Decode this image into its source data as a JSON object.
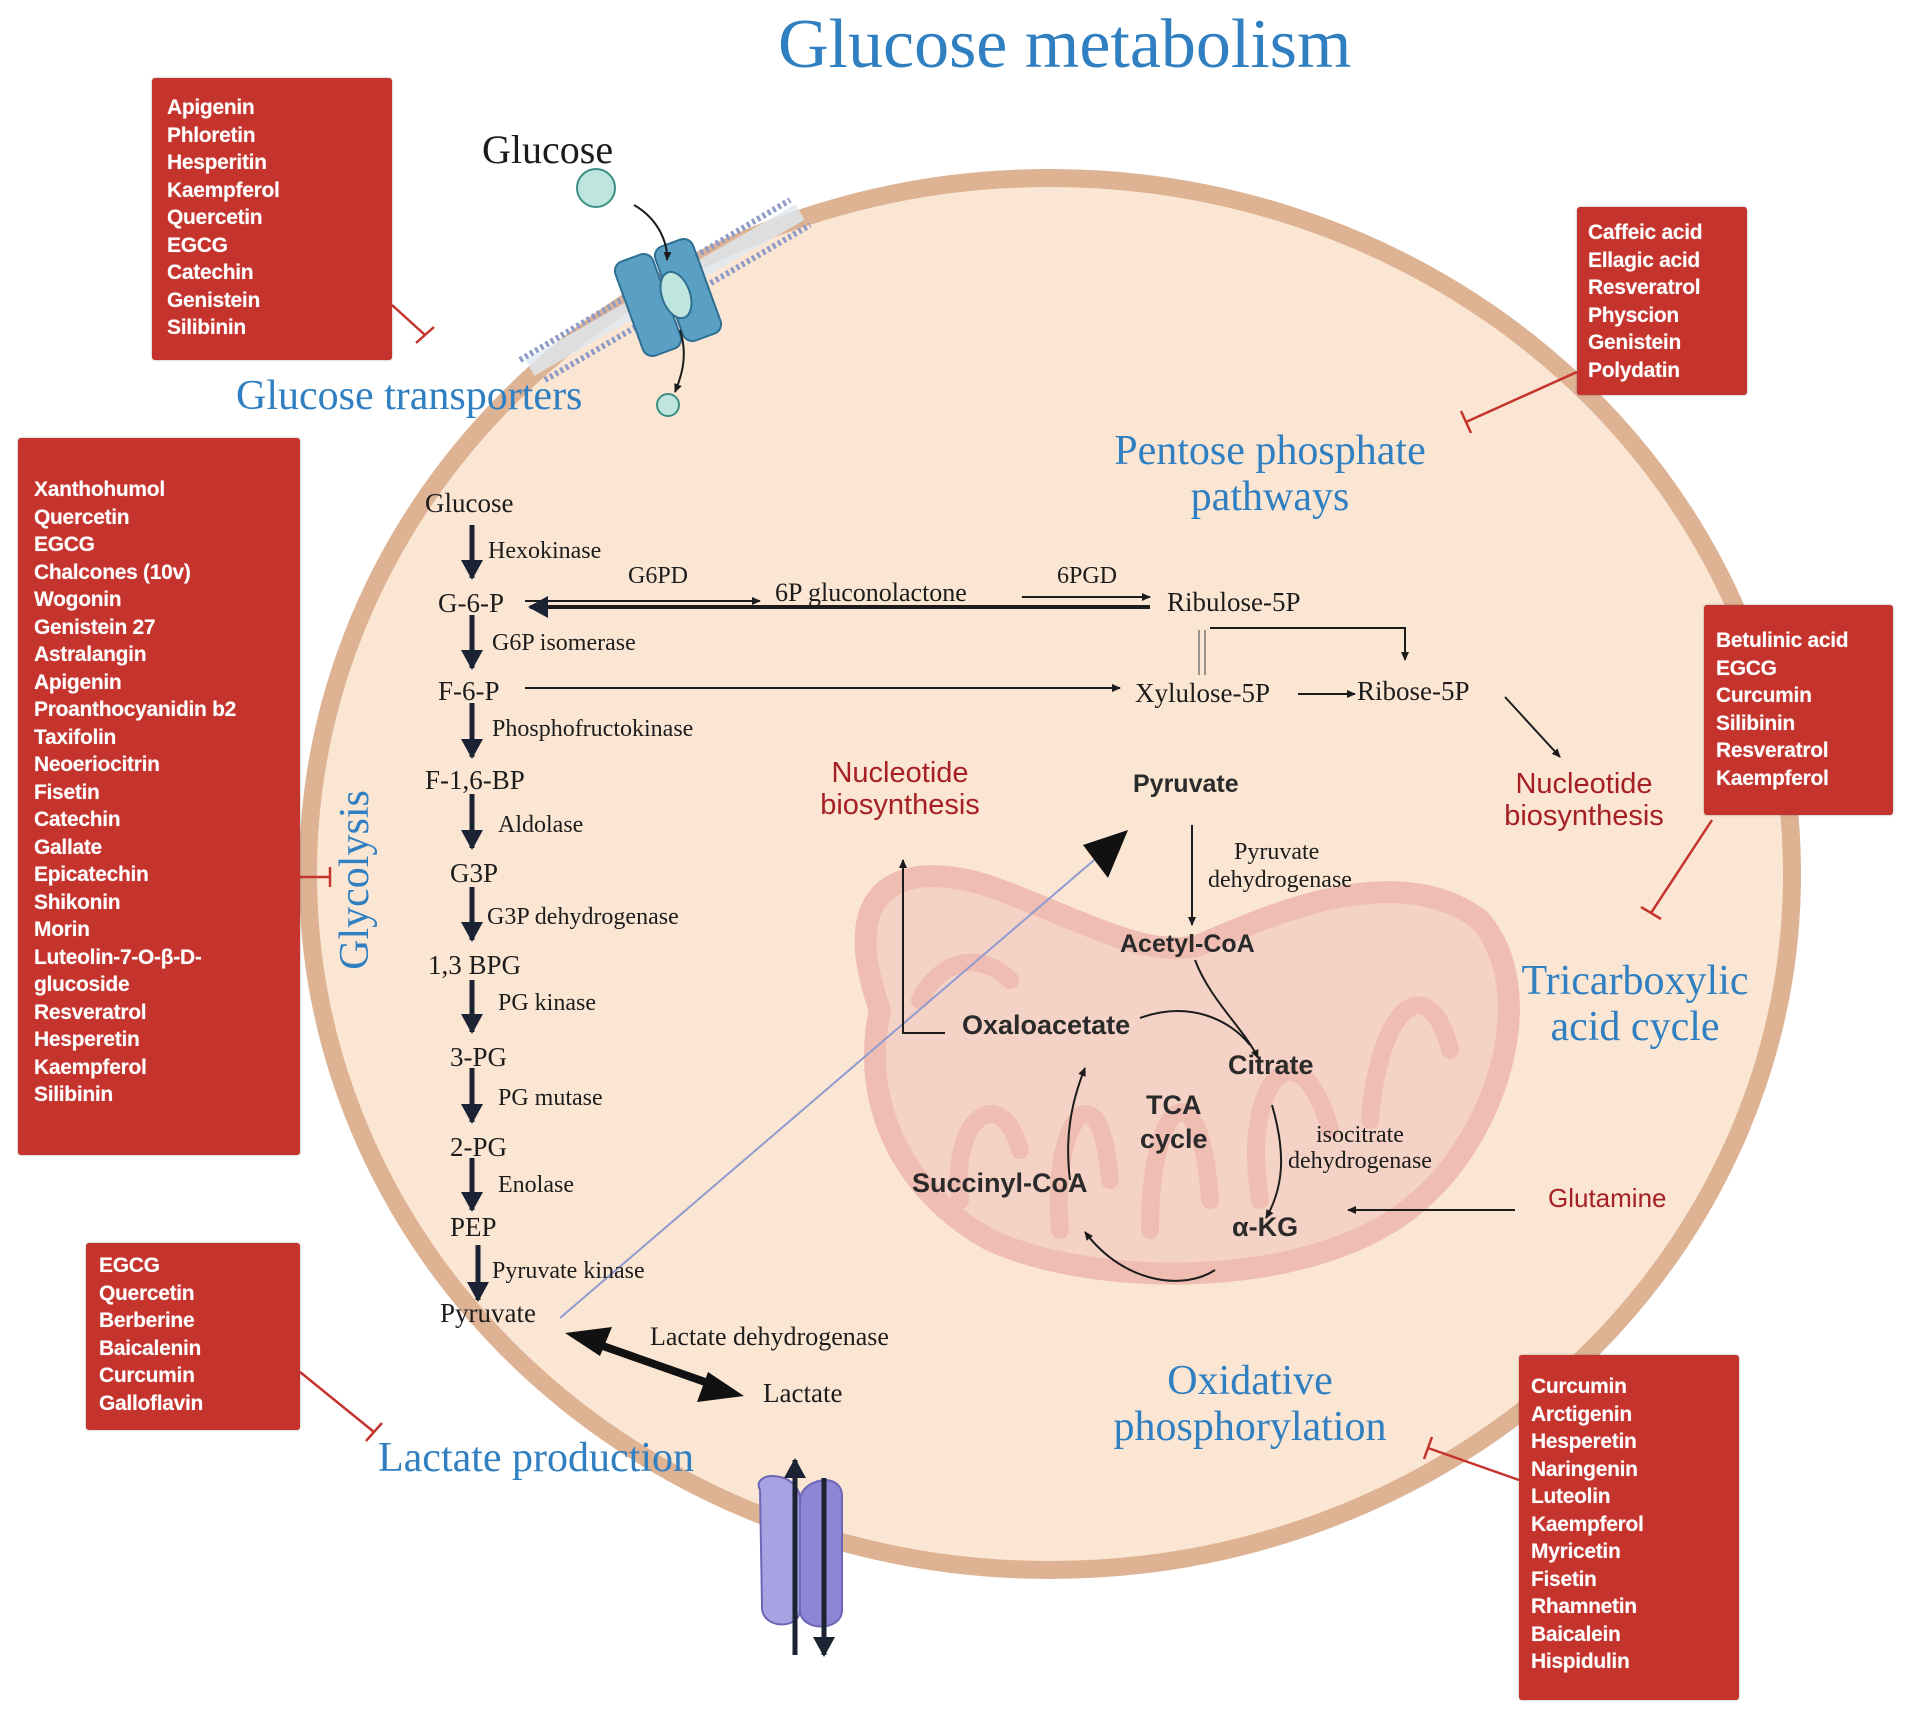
{
  "title": "Glucose metabolism",
  "colors": {
    "title_blue": "#2f7fc1",
    "inhibitor_box": "#c5332d",
    "cell_fill": "#fbe6d3",
    "cell_membrane": "#ddb394",
    "mitochondrion": "#f2c3bb",
    "nucleotide_red": "#a51f24",
    "transporter_teal": "#4a93b8",
    "lactate_transporter_purple": "#9f97dd"
  },
  "sections": {
    "glucose_transporters": "Glucose transporters",
    "glycolysis": "Glycolysis",
    "pentose_phosphate": [
      "Pentose phosphate",
      "pathways"
    ],
    "tca": [
      "Tricarboxylic",
      "acid cycle"
    ],
    "oxphos": [
      "Oxidative",
      "phosphorylation"
    ],
    "lactate_production": "Lactate production"
  },
  "extracellular_glucose_label": "Glucose",
  "glycolysis": {
    "metabolites": [
      "Glucose",
      "G-6-P",
      "F-6-P",
      "F-1,6-BP",
      "G3P",
      "1,3 BPG",
      "3-PG",
      "2-PG",
      "PEP",
      "Pyruvate"
    ],
    "enzymes": [
      "Hexokinase",
      "G6P isomerase",
      "Phosphofructokinase",
      "Aldolase",
      "G3P dehydrogenase",
      "PG kinase",
      "PG mutase",
      "Enolase",
      "Pyruvate kinase"
    ]
  },
  "ppp": {
    "g6pd": "G6PD",
    "gluconolactone": "6P gluconolactone",
    "pgd6": "6PGD",
    "ribulose": "Ribulose-5P",
    "xylulose": "Xylulose-5P",
    "ribose": "Ribose-5P"
  },
  "nucleotide_left": [
    "Nucleotide",
    "biosynthesis"
  ],
  "nucleotide_right": [
    "Nucleotide",
    "biosynthesis"
  ],
  "tca_cycle": {
    "pyruvate": "Pyruvate",
    "pdh": [
      "Pyruvate",
      "dehydrogenase"
    ],
    "acetyl_coa": "Acetyl-CoA",
    "oxaloacetate": "Oxaloacetate",
    "citrate": "Citrate",
    "center": [
      "TCA",
      "cycle"
    ],
    "idh": [
      "isocitrate",
      "dehydrogenase"
    ],
    "succinyl_coa": "Succinyl-CoA",
    "akg": "α-KG",
    "glutamine": "Glutamine"
  },
  "lactate": {
    "ldh": "Lactate dehydrogenase",
    "lactate": "Lactate"
  },
  "inhibitors": {
    "glucose_transporters": [
      "Apigenin",
      "Phloretin",
      "Hesperitin",
      "Kaempferol",
      "Quercetin",
      "EGCG",
      "Catechin",
      "Genistein",
      "Silibinin"
    ],
    "glycolysis": [
      "Xanthohumol",
      "Quercetin",
      "EGCG",
      "Chalcones (10v)",
      "Wogonin",
      "Genistein 27",
      "Astralangin",
      "Apigenin",
      "Proanthocyanidin b2",
      "Taxifolin",
      "Neoeriocitrin",
      "Fisetin",
      "Catechin",
      "Gallate",
      "Epicatechin",
      "Shikonin",
      "Morin",
      "Luteolin-7-O-β-D-",
      "glucoside",
      "Resveratrol",
      "Hesperetin",
      "Kaempferol",
      "Silibinin"
    ],
    "pentose_phosphate": [
      "Caffeic acid",
      "Ellagic acid",
      "Resveratrol",
      "Physcion",
      "Genistein",
      "Polydatin"
    ],
    "tca": [
      "Betulinic acid",
      "EGCG",
      "Curcumin",
      "Silibinin",
      "Resveratrol",
      "Kaempferol"
    ],
    "lactate_production": [
      "EGCG",
      "Quercetin",
      "Berberine",
      "Baicalenin",
      "Curcumin",
      "Galloflavin"
    ],
    "oxphos": [
      "Curcumin",
      "Arctigenin",
      "Hesperetin",
      "Naringenin",
      "Luteolin",
      "Kaempferol",
      "Myricetin",
      "Fisetin",
      "Rhamnetin",
      "Baicalein",
      "Hispidulin"
    ]
  }
}
